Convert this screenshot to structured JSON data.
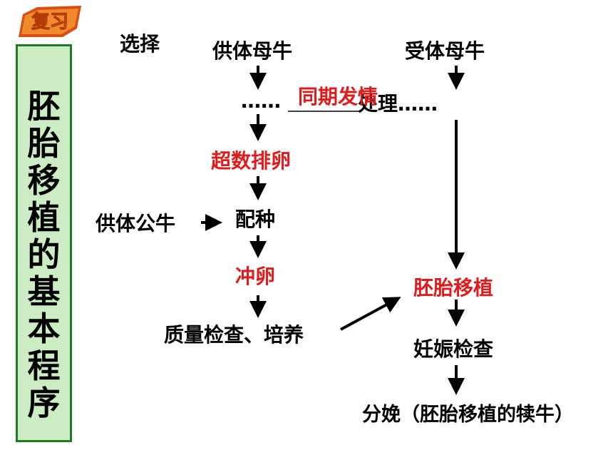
{
  "badge": {
    "text": "复习",
    "color": "#e7661a"
  },
  "side_panel": {
    "title": "胚胎移植的基本程序",
    "bg": "#ccecc4",
    "border": "#1f7a27"
  },
  "flow": {
    "select": "选择",
    "donor_cow": "供体母牛",
    "recipient_cow": "受体母牛",
    "sync_dots_left": "……",
    "sync_answer": "同期发情",
    "sync_suffix": "处理……",
    "superovulation": "超数排卵",
    "donor_bull": "供体公牛",
    "mating": "配种",
    "flush": "冲卵",
    "quality_check": "质量检查、培养",
    "transfer": "胚胎移植",
    "pregnancy_check": "妊娠检查",
    "calving": "分娩（胚胎移植的犊牛）"
  },
  "colors": {
    "answer_red": "#e11b1b",
    "text": "#000000"
  }
}
